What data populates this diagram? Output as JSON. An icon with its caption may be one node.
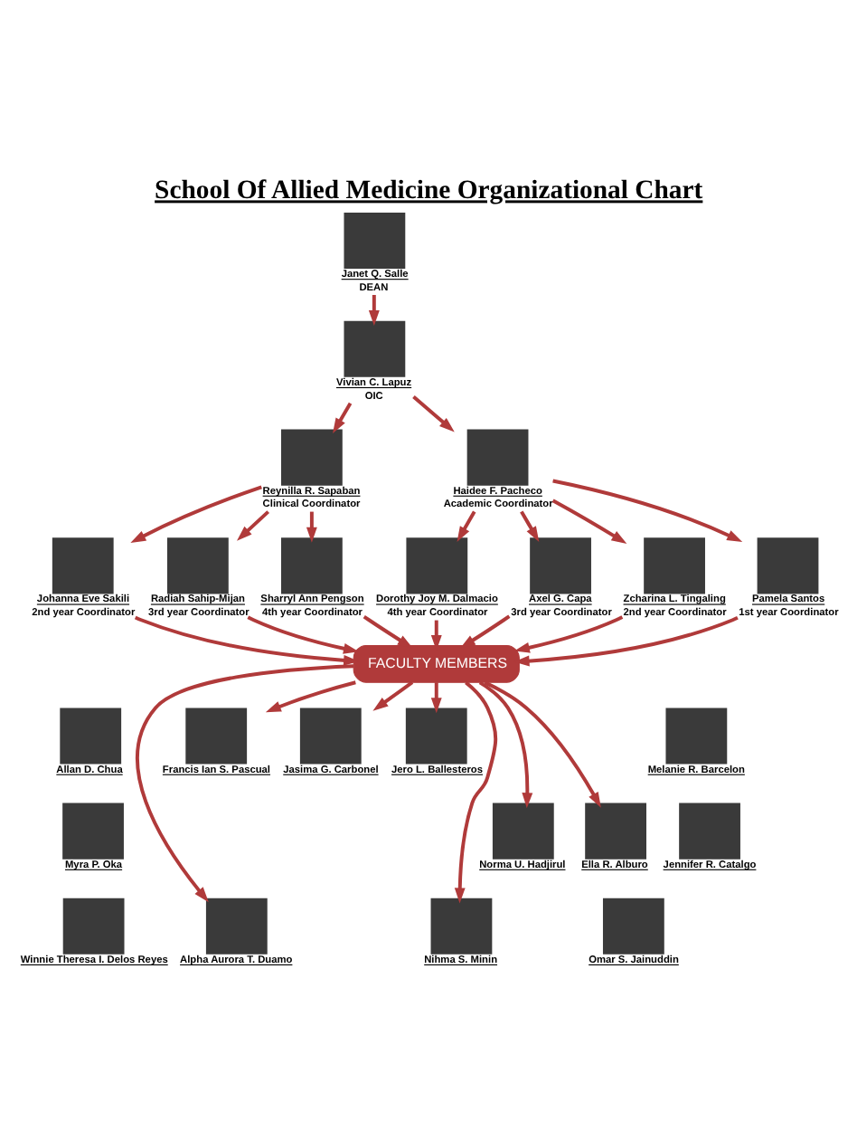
{
  "diagram": {
    "title": "School Of Allied Medicine Organizational Chart",
    "nodes": [
      {
        "text": [
          "Janet Q. Salle",
          "DEAN"
        ]
      },
      {
        "text": [
          "Vivian C. Lapuz",
          "OIC"
        ]
      },
      {
        "text": [
          "Reynilla R. Sapaban",
          "Clinical Coordinator"
        ]
      },
      {
        "text": [
          "Haidee F. Pacheco",
          "Academic Coordinator"
        ]
      },
      {
        "text": [
          "Johanna Eve Sakili",
          "2nd year Coordinator"
        ]
      },
      {
        "text": [
          "Radiah Sahip-Mijan",
          "3rd year Coordinator"
        ]
      },
      {
        "text": [
          "Sharryl Ann Pengson",
          "4th year Coordinator"
        ]
      },
      {
        "text": [
          "Dorothy Joy M. Dalmacio",
          "4th year Coordinator"
        ]
      },
      {
        "text": [
          "Axel G. Capa",
          "3rd year Coordinator"
        ]
      },
      {
        "text": [
          "Zcharina L. Tingaling",
          "2nd year Coordinator"
        ]
      },
      {
        "text": [
          "Pamela Santos",
          "1st year Coordinator"
        ]
      },
      {
        "text": [
          "FACULTY MEMBERS"
        ]
      },
      {
        "text": [
          "Allan D. Chua"
        ]
      },
      {
        "text": [
          "Jasima G. Carbonel"
        ]
      },
      {
        "text": [
          "Jero L. Ballesteros"
        ]
      },
      {
        "text": [
          "Melanie R. Barcelon"
        ]
      },
      {
        "text": [
          "Myra P. Oka"
        ]
      },
      {
        "text": [
          "Norma U. Hadjirul"
        ]
      },
      {
        "text": [
          "Ella R. Alburo"
        ]
      },
      {
        "text": [
          "Jennifer R. Catalgo"
        ]
      },
      {
        "text": [
          "Winnie Theresa I. Delos Reyes"
        ]
      },
      {
        "text": [
          "Alpha Aurora T. Duamo"
        ]
      },
      {
        "text": [
          "Nihma S. Minin"
        ]
      },
      {
        "text": [
          "Omar S. Jainuddin"
        ]
      },
      {
        "text": [
          "Francis Ian S. Pascual"
        ]
      }
    ],
    "edges": [
      {
        "from": 0,
        "to": 1,
        "arrow": "to"
      },
      {
        "from": 1,
        "to": 2,
        "arrow": "to"
      },
      {
        "from": 1,
        "to": 3,
        "arrow": "to"
      },
      {
        "from": 2,
        "to": 4,
        "arrow": "to"
      },
      {
        "from": 2,
        "to": 5,
        "arrow": "to"
      },
      {
        "from": 2,
        "to": 6,
        "arrow": "to"
      },
      {
        "from": 3,
        "to": 7,
        "arrow": "to"
      },
      {
        "from": 3,
        "to": 8,
        "arrow": "to"
      },
      {
        "from": 3,
        "to": 9,
        "arrow": "to"
      },
      {
        "from": 3,
        "to": 10,
        "arrow": "to"
      },
      {
        "from": 4,
        "to": 11,
        "arrow": "to"
      },
      {
        "from": 5,
        "to": 11,
        "arrow": "to"
      },
      {
        "from": 6,
        "to": 11,
        "arrow": "to"
      },
      {
        "from": 7,
        "to": 11,
        "arrow": "to"
      },
      {
        "from": 8,
        "to": 11,
        "arrow": "to"
      },
      {
        "from": 9,
        "to": 11,
        "arrow": "to"
      },
      {
        "from": 10,
        "to": 11,
        "arrow": "to"
      },
      {
        "from": 11,
        "to": 13,
        "arrow": "to"
      },
      {
        "from": 11,
        "to": 14,
        "arrow": "to"
      },
      {
        "from": 11,
        "to": 17,
        "arrow": "to"
      },
      {
        "from": 11,
        "to": 18,
        "arrow": "to"
      },
      {
        "from": 11,
        "to": 21,
        "arrow": "to"
      },
      {
        "from": 11,
        "to": 22,
        "arrow": "to"
      },
      {
        "from": 11,
        "to": 24,
        "arrow": "to"
      }
    ]
  }
}
